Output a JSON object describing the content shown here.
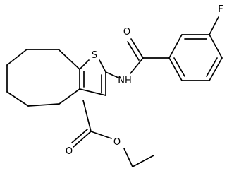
{
  "structure": {
    "atoms": {
      "sulfur": "S",
      "amide_nitrogen": "NH",
      "amide_oxygen": "O",
      "fluorine": "F",
      "ester_carbonyl_oxygen": "O",
      "ester_oxygen": "O"
    },
    "colors": {
      "bond": "#000000",
      "label": "#000000",
      "background": "#ffffff"
    }
  }
}
